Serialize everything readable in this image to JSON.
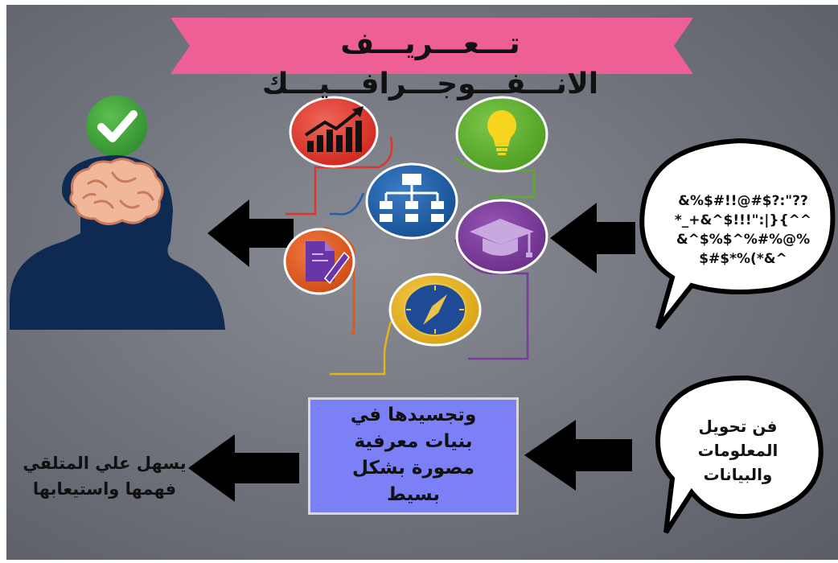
{
  "title": "تـــعـــريـــف الانـــفـــوجـــرافـــيـــك",
  "symbols_bubble": {
    "lines": [
      "&%$#!!@#$?:\"??",
      "*_+&^$!!!\":|}{^^",
      "&^$%$^%#%@%",
      "$#$*%(*&^"
    ]
  },
  "definition_bubble": {
    "lines": [
      "فن تحويل",
      "المعلومات",
      "والبيانات"
    ]
  },
  "definition_box": {
    "lines": [
      "وتجسيدها في",
      "بنيات معرفية",
      "مصورة بشكل",
      "بسيط"
    ]
  },
  "result": {
    "lines": [
      "يسهل علي المتلقي",
      "فهمها واستيعابها"
    ]
  },
  "colors": {
    "background": "#6f727b",
    "ribbon": "#ee5f95",
    "head": "#0f2a52",
    "brain": "#f1b79a",
    "check": "#3faa3f",
    "box": "#7b80f7",
    "chart_circle": "#e2352a",
    "bulb_circle": "#5aac2a",
    "org_circle": "#1d5faa",
    "cap_circle": "#7a3b98",
    "doc_circle": "#e0571d",
    "compass_circle": "#e5b31a"
  },
  "icons": [
    "check-icon",
    "brain-icon",
    "chart-icon",
    "bulb-icon",
    "org-chart-icon",
    "graduation-cap-icon",
    "document-pen-icon",
    "compass-icon",
    "arrow-left-icon"
  ]
}
